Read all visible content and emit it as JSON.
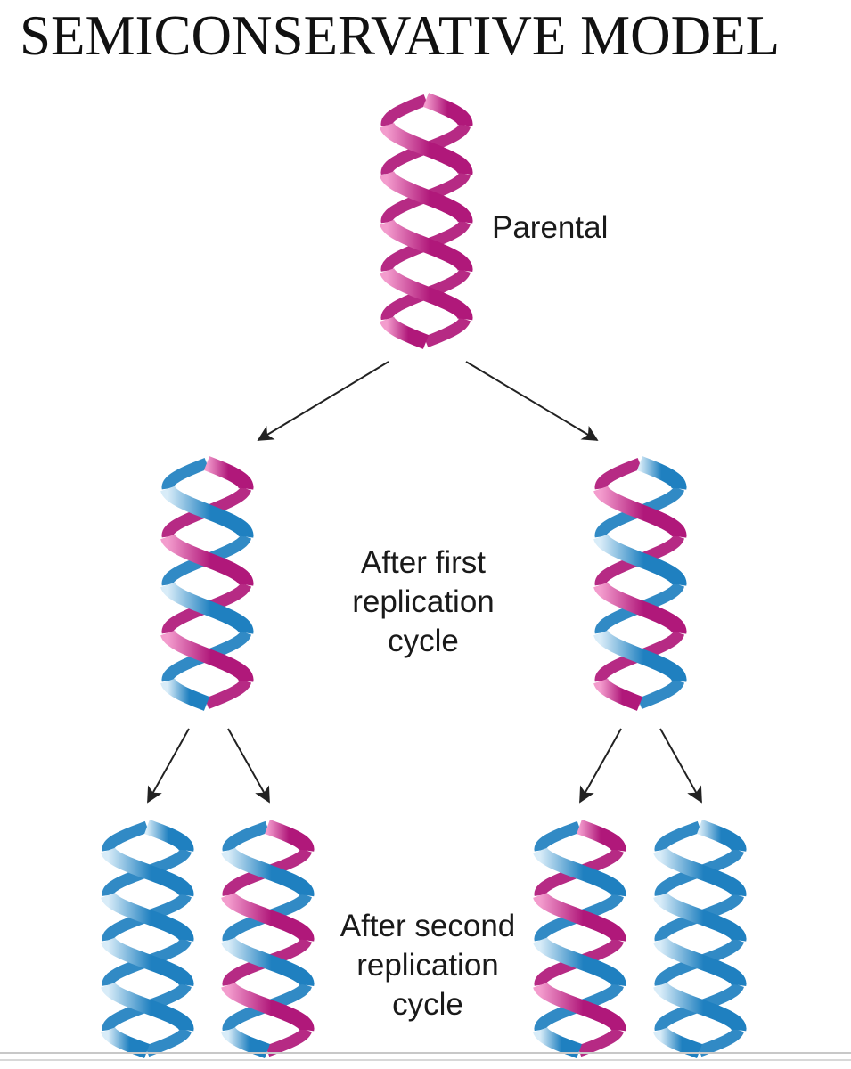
{
  "title": "SEMICONSERVATIVE MODEL",
  "labels": {
    "parental": "Parental",
    "first": [
      "After first",
      "replication",
      "cycle"
    ],
    "second": [
      "After second",
      "replication",
      "cycle"
    ]
  },
  "colors": {
    "parental_strand": "#b0187a",
    "parental_strand_light": "#f39ccd",
    "new_strand": "#1f80c0",
    "new_strand_light": "#d8ecf8",
    "arrow": "#222222"
  },
  "helices": [
    {
      "generation": "parental",
      "strands": [
        "parental",
        "parental"
      ]
    },
    {
      "generation": "first",
      "strands": [
        "parental",
        "new"
      ]
    },
    {
      "generation": "first",
      "strands": [
        "new",
        "parental"
      ]
    },
    {
      "generation": "second",
      "strands": [
        "new",
        "new"
      ]
    },
    {
      "generation": "second",
      "strands": [
        "parental",
        "new"
      ]
    },
    {
      "generation": "second",
      "strands": [
        "parental",
        "new"
      ]
    },
    {
      "generation": "second",
      "strands": [
        "new",
        "new"
      ]
    }
  ]
}
